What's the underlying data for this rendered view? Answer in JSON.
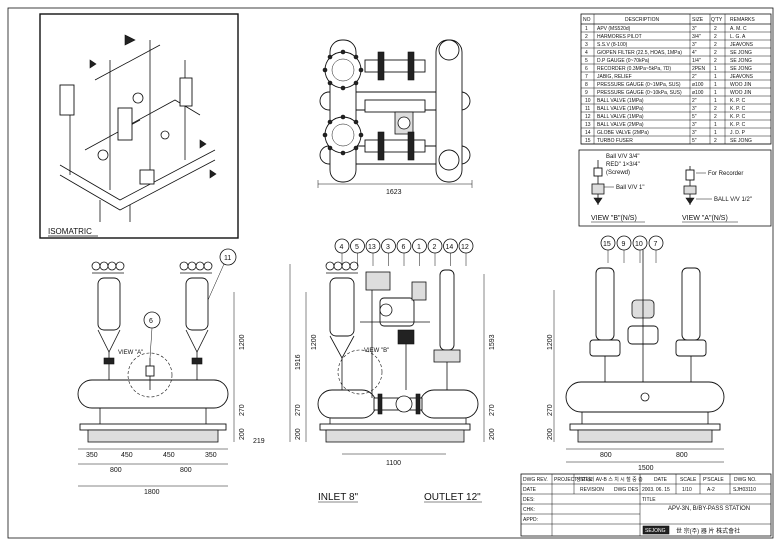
{
  "bom": {
    "headers": [
      "NO",
      "DESCRIPTION",
      "SIZE",
      "Q'TY",
      "REMARKS"
    ],
    "rows": [
      [
        "1",
        "APV (MS520d)",
        "3\"",
        "2",
        "A. M. C"
      ],
      [
        "2",
        "HARMORES PILOT",
        "3/4\"",
        "2",
        "L. G. A"
      ],
      [
        "3",
        "S.S.V (8-100)",
        "3\"",
        "2",
        "JEAVONS"
      ],
      [
        "4",
        "G/OPEN FILTER (22.5, HOAS, 1MPa)",
        "4\"",
        "2",
        "SE JONG"
      ],
      [
        "5",
        "D.P GAUGE (0~70kPa)",
        "1/4\"",
        "2",
        "SE JONG"
      ],
      [
        "6",
        "RECORDER (0.3MPa~5kPa, 7D)",
        "2PEN",
        "1",
        "SE JONG"
      ],
      [
        "7",
        "JABIG, RELIEF",
        "2\"",
        "1",
        "JEAVONS"
      ],
      [
        "8",
        "PRESSURE GAUGE (0~1MPa, SUS)",
        "ø100",
        "1",
        "WOO JIN"
      ],
      [
        "9",
        "PRESSURE GAUGE (0~10kPa, SUS)",
        "ø100",
        "1",
        "WOO JIN"
      ],
      [
        "10",
        "BALL VALVE (1MPa)",
        "2\"",
        "1",
        "K. P. C"
      ],
      [
        "11",
        "BALL VALVE (1MPa)",
        "3\"",
        "2",
        "K. P. C"
      ],
      [
        "12",
        "BALL VALVE (1MPa)",
        "5\"",
        "2",
        "K. P. C"
      ],
      [
        "13",
        "BALL VALVE (2MPa)",
        "3\"",
        "1",
        "K. P. C"
      ],
      [
        "14",
        "GLOBE VALVE (2MPa)",
        "3\"",
        "1",
        "J. D. P"
      ],
      [
        "15",
        "TURBO FUSER",
        "5\"",
        "2",
        "SE JONG"
      ]
    ]
  },
  "views": {
    "isometric_label": "ISOMATRIC",
    "view_b_label": "VIEW \"B\"(N/S)",
    "view_a_label": "VIEW \"A\"(N/S)",
    "view_a_callout": "VIEW \"A\"",
    "view_b_callout": "VIEW \"B\"",
    "detail_b": {
      "ball_valve_34": "Ball V/V 3/4\"",
      "red": "RED\" 1×3/4\"",
      "screwd": "(Screwd)",
      "ball_valve_1": "Ball V/V 1\""
    },
    "detail_a": {
      "for_recorder": "For Recorder",
      "ball_valve_12": "BALL V/V 1/2\""
    }
  },
  "dimensions": {
    "top_plan_width": "1623",
    "front_left": {
      "d350a": "350",
      "d450a": "450",
      "d450b": "450",
      "d350b": "350",
      "d800a": "800",
      "d800b": "800",
      "d1800": "1800",
      "h1200": "1200",
      "h270": "270",
      "h200": "200",
      "h219": "219"
    },
    "front_mid": {
      "h1916": "1916",
      "h1200": "1200",
      "h1593": "1593",
      "h270l": "270",
      "h200l": "200",
      "h270r": "270",
      "h200r": "200",
      "w1100": "1100"
    },
    "side_right": {
      "h1200": "1200",
      "h270": "270",
      "h200": "200",
      "w800a": "800",
      "w800b": "800",
      "w1500": "1500"
    }
  },
  "balloons": {
    "left": [
      "11",
      "6"
    ],
    "middle": [
      "4",
      "5",
      "13",
      "3",
      "6",
      "1",
      "2",
      "14",
      "12"
    ],
    "right": [
      "15",
      "9",
      "10",
      "7"
    ]
  },
  "pipe_labels": {
    "inlet": "INLET 8\"",
    "outlet": "OUTLET 12\""
  },
  "title_block": {
    "dwg_rev": "DWG REV.",
    "project_title_label": "PROJECT TITLE",
    "project_title": "정보처리 AV-B 스 치 시 철 중 층",
    "date_label": "DATE",
    "date": "2003. 06. 15",
    "scale_label": "SCALE",
    "scale": "1/10",
    "psize_label": "P'SCALE",
    "psize": "A-2",
    "dwg_no_label": "DWG NO.",
    "dwg_no": "SJH03110",
    "revision_label": "REVISION",
    "dwg_label": "DWG",
    "des_label": "DES",
    "chk_label": "CHK",
    "appd_label": "APPD",
    "rows_left": [
      "DES:",
      "CHK:",
      "APPD:"
    ],
    "title_label": "TITLE",
    "title": "APV-3N, B/BY-PASS STATION",
    "company": "世 宗(주) 器 片 株式會社",
    "logo": "SEJONG"
  }
}
